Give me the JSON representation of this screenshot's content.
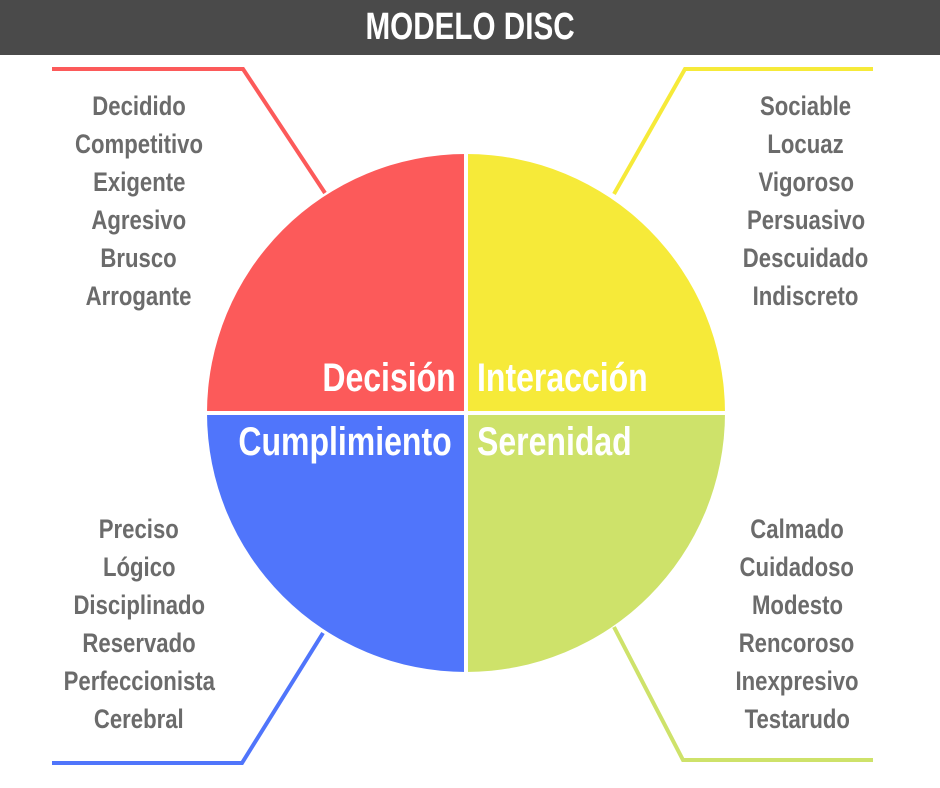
{
  "title": "MODELO DISC",
  "colors": {
    "header_bg": "#4a4a4a",
    "decision": "#fc5a5a",
    "interaccion": "#f6ea39",
    "cumplimiento": "#5075fb",
    "serenidad": "#cee26a",
    "trait_text": "#6b6b6b"
  },
  "quadrants": {
    "decision": {
      "label": "Decisión",
      "traits": [
        "Decidido",
        "Competitivo",
        "Exigente",
        "Agresivo",
        "Brusco",
        "Arrogante"
      ]
    },
    "interaccion": {
      "label": "Interacción",
      "traits": [
        "Sociable",
        "Locuaz",
        "Vigoroso",
        "Persuasivo",
        "Descuidado",
        "Indiscreto"
      ]
    },
    "cumplimiento": {
      "label": "Cumplimiento",
      "traits": [
        "Preciso",
        "Lógico",
        "Disciplinado",
        "Reservado",
        "Perfeccionista",
        "Cerebral"
      ]
    },
    "serenidad": {
      "label": "Serenidad",
      "traits": [
        "Calmado",
        "Cuidadoso",
        "Modesto",
        "Rencoroso",
        "Inexpresivo",
        "Testarudo"
      ]
    }
  }
}
